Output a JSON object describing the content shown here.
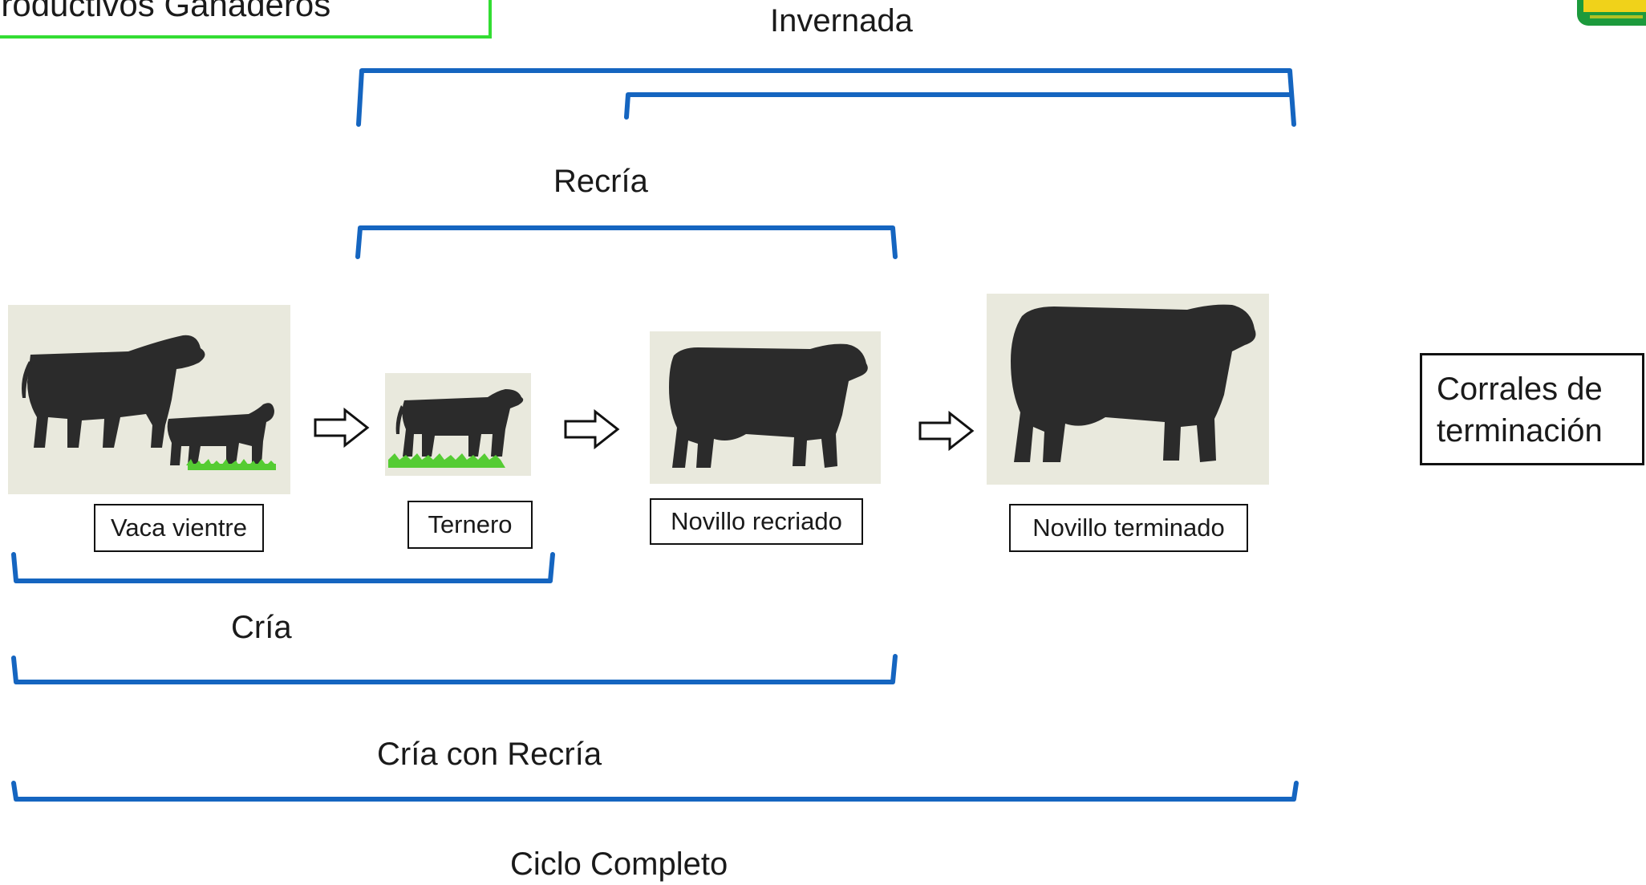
{
  "title": "productivos Ganaderos",
  "stages": [
    {
      "name": "Invernada"
    },
    {
      "name": "Recría"
    },
    {
      "name": "Cría"
    },
    {
      "name": "Cría con Recría"
    },
    {
      "name": "Ciclo Completo"
    }
  ],
  "animals": [
    {
      "label": "Vaca vientre",
      "icon": "cow-with-calf-icon"
    },
    {
      "label": "Ternero",
      "icon": "calf-icon"
    },
    {
      "label": "Novillo recriado",
      "icon": "steer-icon"
    },
    {
      "label": "Novillo terminado",
      "icon": "finished-steer-icon"
    }
  ],
  "side_box": {
    "line1": "Corrales de",
    "line2": "terminación"
  },
  "colors": {
    "bracket": "#1565c0",
    "title_border": "#33dd33",
    "silhouette": "#2b2b2b",
    "grass": "#55cc33",
    "panel": "#e9e9dd"
  }
}
